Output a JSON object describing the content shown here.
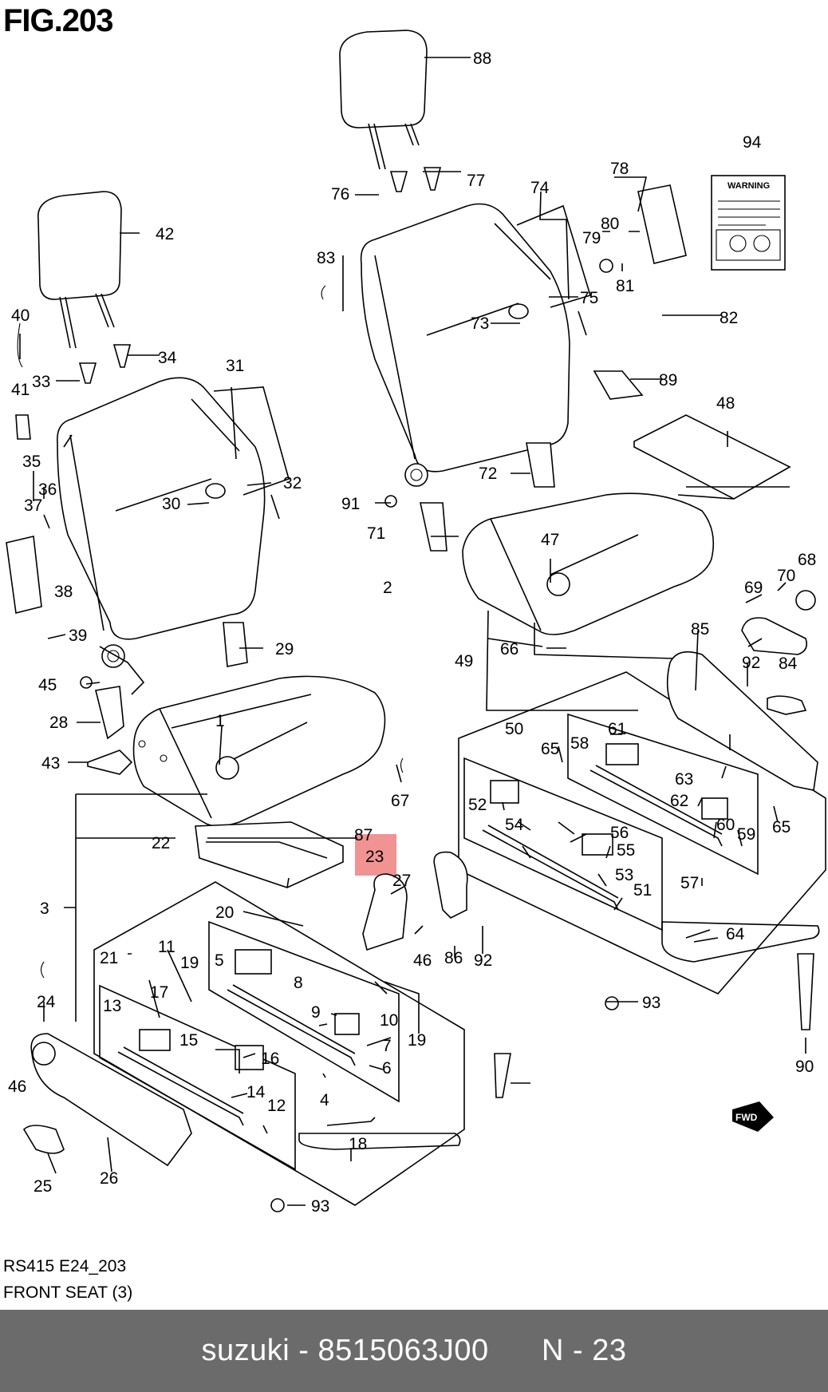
{
  "figure": {
    "title": "FIG.203"
  },
  "caption": {
    "code": "RS415 E24_203",
    "name": "FRONT SEAT (3)"
  },
  "footer": {
    "brand": "suzuki",
    "separator": " - ",
    "part_number": "8515063J00",
    "ref": "N - 23"
  },
  "warning_label": {
    "text": "WARNING"
  },
  "fwd_badge": {
    "text": "FWD"
  },
  "highlight": {
    "part": "23",
    "color": "#f08080"
  },
  "callouts": [
    "1",
    "2",
    "3",
    "4",
    "5",
    "6",
    "7",
    "8",
    "9",
    "10",
    "11",
    "12",
    "13",
    "14",
    "15",
    "16",
    "17",
    "18",
    "19",
    "19",
    "20",
    "21",
    "22",
    "23",
    "24",
    "25",
    "26",
    "27",
    "28",
    "29",
    "30",
    "31",
    "32",
    "33",
    "34",
    "35",
    "36",
    "37",
    "38",
    "39",
    "40",
    "41",
    "42",
    "43",
    "45",
    "46",
    "46",
    "47",
    "48",
    "49",
    "50",
    "51",
    "52",
    "53",
    "54",
    "55",
    "56",
    "57",
    "58",
    "59",
    "60",
    "61",
    "62",
    "63",
    "64",
    "65",
    "65",
    "66",
    "67",
    "68",
    "69",
    "70",
    "71",
    "72",
    "73",
    "74",
    "75",
    "76",
    "77",
    "78",
    "79",
    "80",
    "81",
    "82",
    "83",
    "84",
    "85",
    "86",
    "87",
    "88",
    "89",
    "90",
    "91",
    "92",
    "92",
    "93",
    "93",
    "94"
  ]
}
